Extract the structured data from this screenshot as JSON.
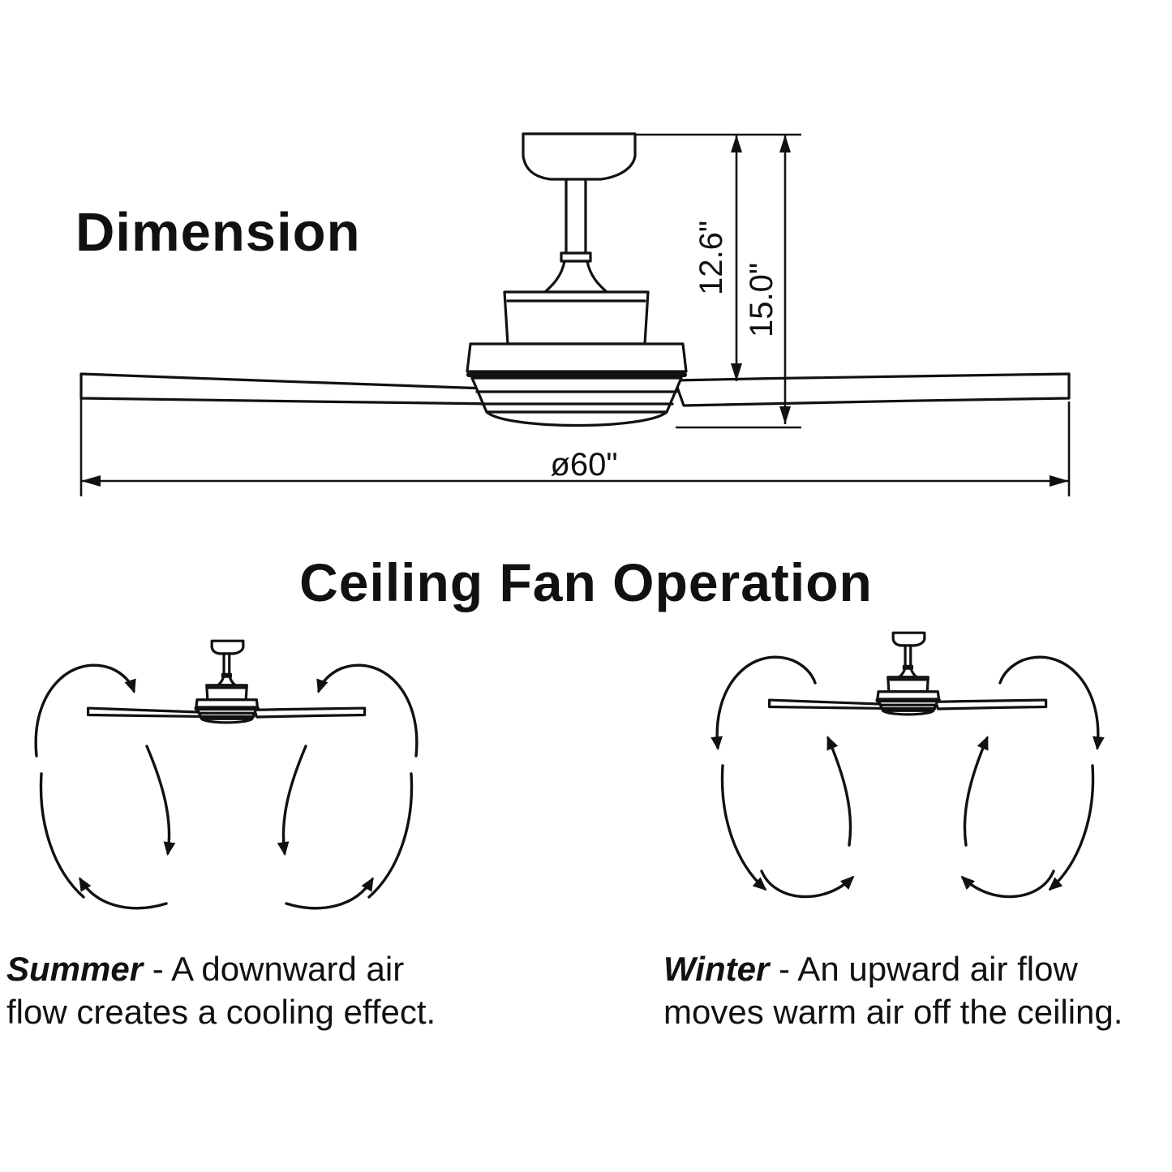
{
  "colors": {
    "ink": "#111111",
    "background": "#ffffff"
  },
  "dimension_section": {
    "title": "Dimension",
    "drop_height_label": "12.6\"",
    "total_height_label": "15.0\"",
    "blade_span_label": "ø60\""
  },
  "operation_section": {
    "title": "Ceiling Fan Operation",
    "summer": {
      "term": "Summer",
      "line1_rest": " - A downward air",
      "line2": "flow creates a cooling effect."
    },
    "winter": {
      "term": "Winter",
      "line1_rest": " - An upward air flow",
      "line2": "moves warm air off the ceiling."
    }
  }
}
